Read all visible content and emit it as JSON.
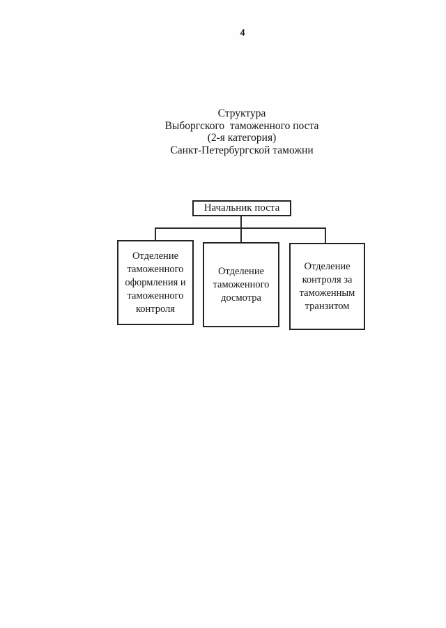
{
  "page": {
    "number": "4"
  },
  "title": {
    "lines": [
      "Структура",
      "Выборгского  таможенного поста",
      "(2-я категория)",
      "Санкт-Петербургской таможни"
    ]
  },
  "org_chart": {
    "root": {
      "label": "Начальник поста"
    },
    "departments": [
      {
        "label": "Отделение\nтаможенного\nоформления и\nтаможенного\nконтроля"
      },
      {
        "label": "Отделение\nтаможенного\nдосмотра"
      },
      {
        "label": "Отделение\nконтроля за\nтаможенным\nтранзитом"
      }
    ]
  },
  "colors": {
    "background": "#fefefe",
    "ink": "#1b1b1b",
    "line": "#2a2a2a"
  }
}
